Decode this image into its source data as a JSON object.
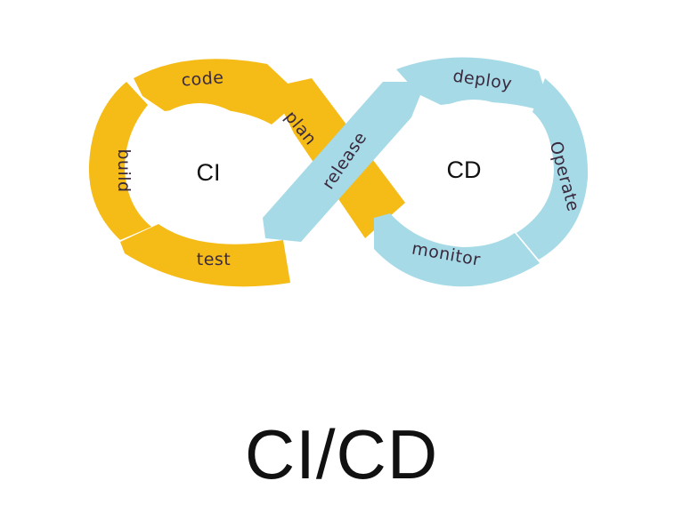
{
  "title": "CI/CD",
  "diagram": {
    "left_loop": {
      "label": "CI",
      "color": "#F5BB16",
      "stages": [
        "code",
        "plan",
        "build",
        "test"
      ]
    },
    "right_loop": {
      "label": "CD",
      "color": "#A6DAE6",
      "stages": [
        "deploy",
        "release",
        "Operate",
        "monitor"
      ]
    }
  }
}
